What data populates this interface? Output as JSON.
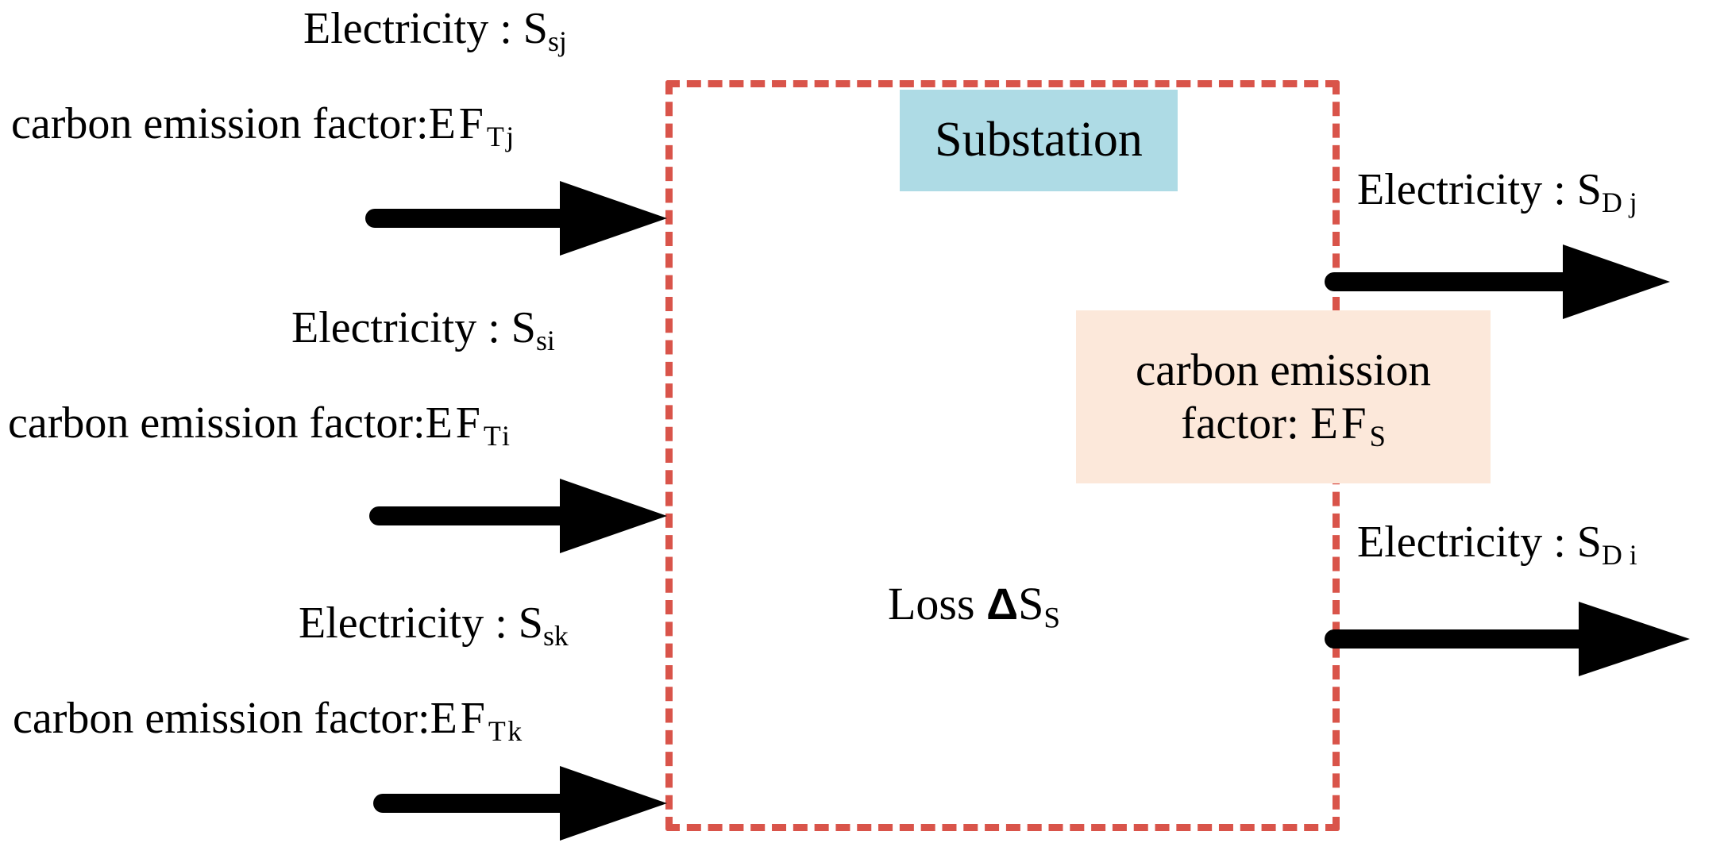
{
  "diagram": {
    "title": "Substation electricity and carbon emission factor flow",
    "boundary_label": "substation-boundary",
    "colors": {
      "boundary_dashed": "#d9544a",
      "substation_box": "#aedbe5",
      "carbon_factor_box": "#fce8da",
      "arrow": "#000000",
      "text": "#000000",
      "background": "#ffffff"
    }
  },
  "boxes": {
    "substation": {
      "label": "Substation"
    },
    "carbon_emission_factor_output": {
      "line1": "carbon emission",
      "line2_prefix": "factor: ",
      "line2_symbol": "EF",
      "line2_subscript": "S"
    }
  },
  "inputs": [
    {
      "id": "input-j",
      "electricity_prefix": "Electricity : ",
      "electricity_symbol": "S",
      "electricity_subscript": "sj",
      "factor_prefix": "carbon emission factor:",
      "factor_symbol": "EF",
      "factor_subscript": "Tj",
      "arrow": "arrow-input-j"
    },
    {
      "id": "input-i",
      "electricity_prefix": "Electricity : ",
      "electricity_symbol": "S",
      "electricity_subscript": "si",
      "factor_prefix": "carbon emission factor:",
      "factor_symbol": "EF",
      "factor_subscript": "Ti",
      "arrow": "arrow-input-i"
    },
    {
      "id": "input-k",
      "electricity_prefix": "Electricity : ",
      "electricity_symbol": "S",
      "electricity_subscript": "sk",
      "factor_prefix": "carbon emission factor:",
      "factor_symbol": "EF",
      "factor_subscript": "Tk",
      "arrow": "arrow-input-k"
    }
  ],
  "outputs": [
    {
      "id": "output-j",
      "electricity_prefix": "Electricity : ",
      "electricity_symbol": "S",
      "electricity_subscript": "D j",
      "arrow": "arrow-output-j"
    },
    {
      "id": "output-i",
      "electricity_prefix": "Electricity : ",
      "electricity_symbol": "S",
      "electricity_subscript": "D i",
      "arrow": "arrow-output-i"
    }
  ],
  "interior": {
    "loss_prefix": "Loss ",
    "loss_delta": "Δ",
    "loss_symbol": "S",
    "loss_subscript": "S"
  }
}
